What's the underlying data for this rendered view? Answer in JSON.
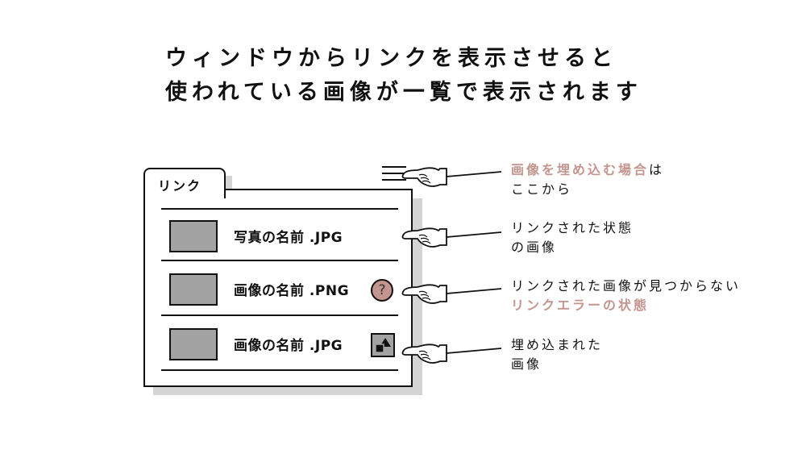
{
  "title": {
    "line1": "ウィンドウからリンクを表示させると",
    "line2": "使われている画像が一覧で表示されます"
  },
  "colors": {
    "accent": "#c4958e",
    "thumbnail": "#a3a3a3",
    "shadow": "#d4d4d4"
  },
  "panel": {
    "tab_label": "リンク",
    "menu_icon": "hamburger-menu-icon",
    "rows": [
      {
        "filename": "写真の名前 .JPG",
        "status": "linked",
        "status_icon": ""
      },
      {
        "filename": "画像の名前 .PNG",
        "status": "missing",
        "status_icon": "?"
      },
      {
        "filename": "画像の名前 .JPG",
        "status": "embedded",
        "status_icon": "embedded-shapes-icon"
      }
    ]
  },
  "annotations": [
    {
      "accent": "画像を埋め込む場合",
      "text": "は",
      "line2": "ここから",
      "line2_accent": ""
    },
    {
      "accent": "",
      "text": "リンクされた状態",
      "line2": "の画像",
      "line2_accent": ""
    },
    {
      "accent": "",
      "text": "リンクされた画像が見つからない",
      "line2": "",
      "line2_accent": "リンクエラーの状態"
    },
    {
      "accent": "",
      "text": "埋め込まれた",
      "line2": "画像",
      "line2_accent": ""
    }
  ]
}
